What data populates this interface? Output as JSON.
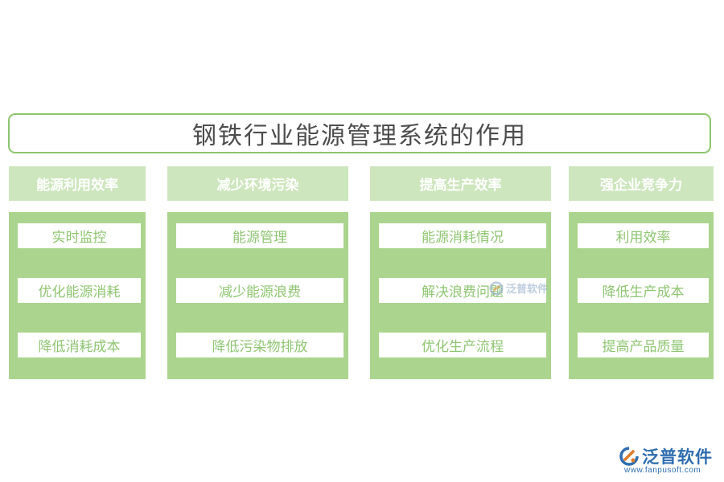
{
  "title": "钢铁行业能源管理系统的作用",
  "columns": [
    {
      "header": "能源利用效率",
      "items": [
        "实时监控",
        "优化能源消耗",
        "降低消耗成本"
      ]
    },
    {
      "header": "减少环境污染",
      "items": [
        "能源管理",
        "减少能源浪费",
        "降低污染物排放"
      ]
    },
    {
      "header": "提高生产效率",
      "items": [
        "能源消耗情况",
        "解决浪费问题",
        "优化生产流程"
      ]
    },
    {
      "header": "强企业竞争力",
      "items": [
        "利用效率",
        "降低生产成本",
        "提高产品质量"
      ]
    }
  ],
  "watermark": {
    "name": "泛普软件"
  },
  "logo": {
    "name": "泛普软件",
    "url": "www.fanpusoft.com"
  },
  "colors": {
    "border": "#8cc66e",
    "header_bg": "#cde6bd",
    "body_bg": "#abd58e",
    "item_text": "#8fc672",
    "logo": "#2f6db0"
  }
}
